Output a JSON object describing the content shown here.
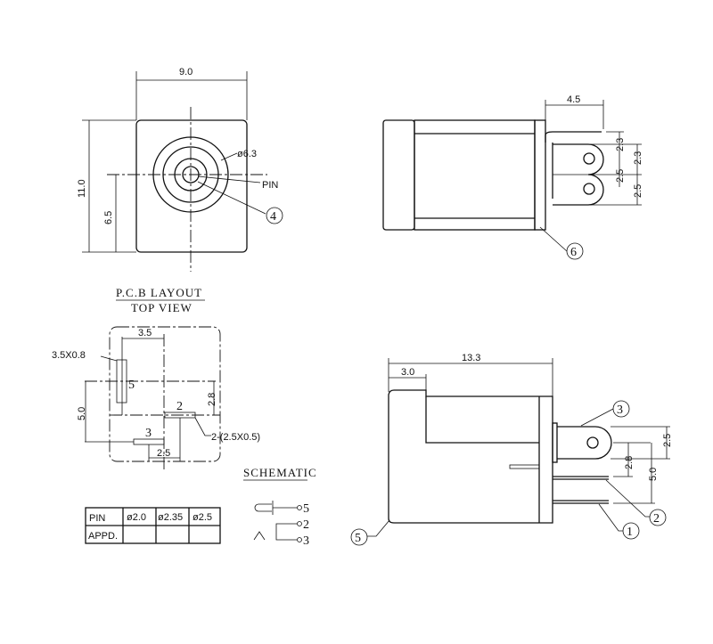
{
  "front_view": {
    "width_dim": "9.0",
    "height_dim": "11.0",
    "center_dim": "6.5",
    "diameter_label": "ø6.3",
    "pin_label": "PIN",
    "callout": "4"
  },
  "side_view_top": {
    "dim_lug": "4.5",
    "dim_a": "2.3",
    "dim_b": "2.5",
    "dim_c": "2.3",
    "dim_d": "2.5",
    "callout": "6"
  },
  "pcb_layout": {
    "title": "P.C.B LAYOUT",
    "subtitle": "TOP VIEW",
    "pad5_size": "3.5X0.8",
    "dim_35": "3.5",
    "pad5": "5",
    "pad2": "2",
    "dim_28": "2.8",
    "dim_50": "5.0",
    "pad3": "3",
    "dim_25": "2.5",
    "pad2_size": "2-(2.5X0.5)"
  },
  "pin_table": {
    "rows": [
      [
        "PIN",
        "ø2.0",
        "ø2.35",
        "ø2.5"
      ],
      [
        "APPD.",
        "",
        "",
        ""
      ]
    ]
  },
  "schematic": {
    "title": "SCHEMATIC",
    "pins": [
      "5",
      "2",
      "3"
    ]
  },
  "side_view_bottom": {
    "dim_length": "13.3",
    "dim_front": "3.0",
    "dim_lug": "2.5",
    "dim_pin": "2.8",
    "dim_pins": "5.0",
    "callouts": [
      "3",
      "2",
      "1",
      "5"
    ]
  }
}
